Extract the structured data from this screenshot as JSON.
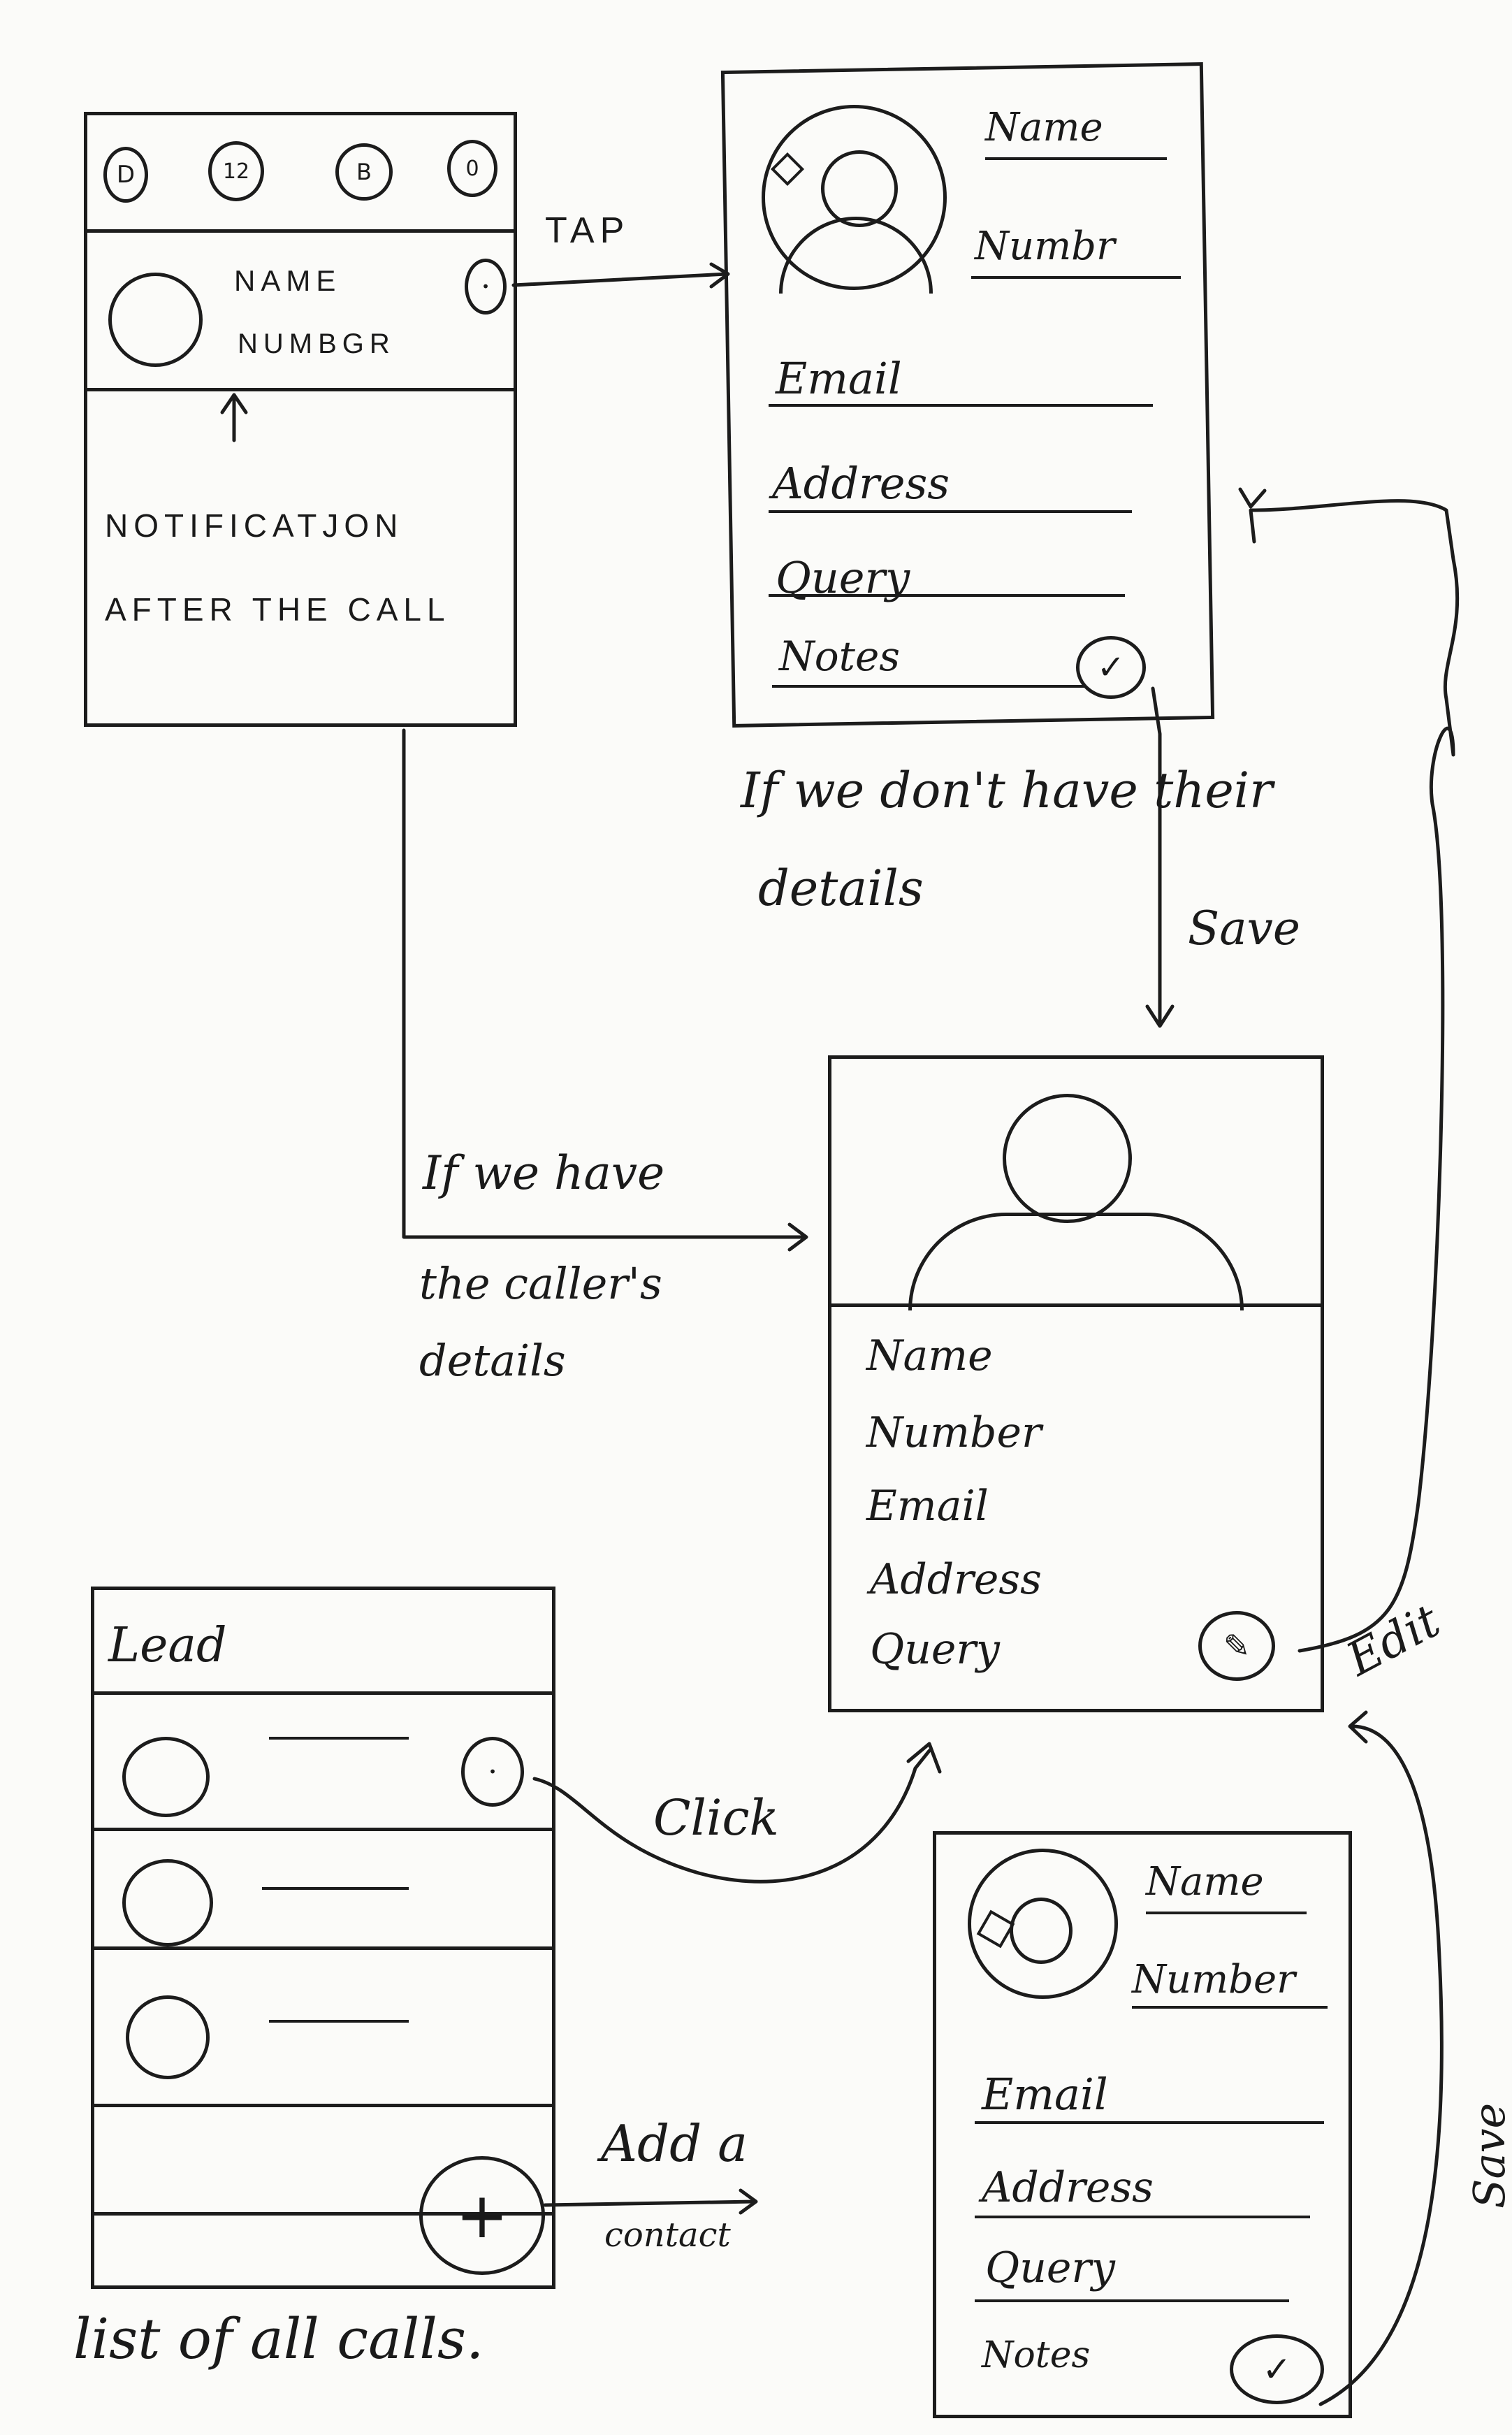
{
  "notification_screen": {
    "tab_icons": [
      "D",
      "12",
      "B",
      "0"
    ],
    "contact_name": "NAME",
    "contact_number": "NUMBGR",
    "caption_line1": "NOTIFICATJON",
    "caption_line2": "AFTER THE CALL"
  },
  "tap_label": "TAP",
  "edit_form_top": {
    "fields": [
      "Name",
      "Numbr",
      "Email",
      "Address",
      "Query",
      "Notes"
    ]
  },
  "missing_details_note_line1": "If we don't have their",
  "missing_details_note_line2": "details",
  "save_label_top": "Save",
  "existing_details_note_line1": "If we have",
  "existing_details_note_line2": "the caller's",
  "existing_details_note_line3": "details",
  "contact_profile": {
    "fields": [
      "Name",
      "Number",
      "Email",
      "Address",
      "Query"
    ]
  },
  "edit_label": "Edit",
  "lead_screen": {
    "title": "Lead"
  },
  "click_label": "Click",
  "add_contact_label_line1": "Add a",
  "add_contact_label_line2": "contact",
  "lead_caption": "list of all calls.",
  "edit_form_bottom": {
    "fields": [
      "Name",
      "Number",
      "Email",
      "Address",
      "Query",
      "Notes"
    ]
  },
  "save_label_bottom": "Save"
}
